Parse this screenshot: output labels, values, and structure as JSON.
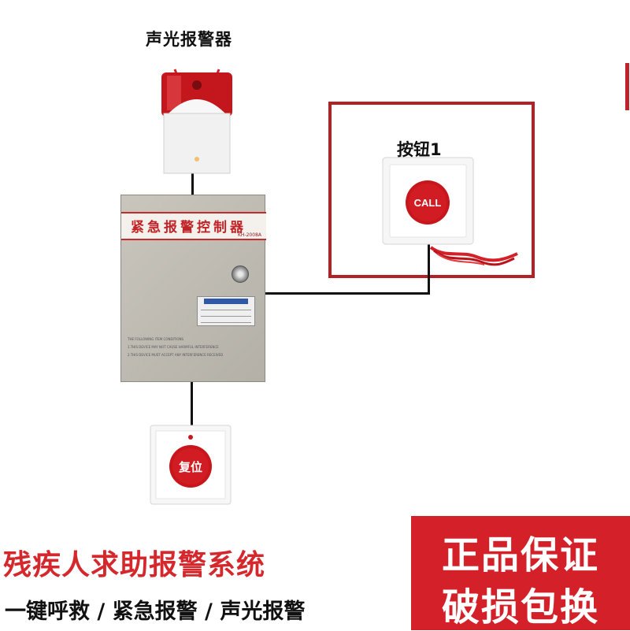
{
  "labels": {
    "siren": "声光报警器",
    "button1": "按钮1"
  },
  "controller": {
    "title": "紧急报警控制器",
    "model": "KH-2008A",
    "notes_heading": "THE FOLLOWING ITEM CONDITIONS",
    "note_1": "1.THIS DEVICE MAY NOT CAUSE HARMFUL INTERFERENCE",
    "note_2": "2.THIS DEVICE MUST ACCEPT ANY INTERFERENCE RECEIVED"
  },
  "call_button": {
    "text": "CALL"
  },
  "reset_button": {
    "text": "复位"
  },
  "banner": {
    "system_title": "残疾人求助报警系统",
    "features": "一键呼救 / 紧急报警 / 声光报警",
    "promo_line1": "正品保证",
    "promo_line2": "破损包换"
  },
  "colors": {
    "accent_red": "#d42028",
    "frame_red": "#b32025",
    "controller_gray": "#c2bfb6",
    "wire": "#111111"
  },
  "icons": [
    "siren-icon",
    "keyhole-lock-icon",
    "pull-cord-icon"
  ]
}
